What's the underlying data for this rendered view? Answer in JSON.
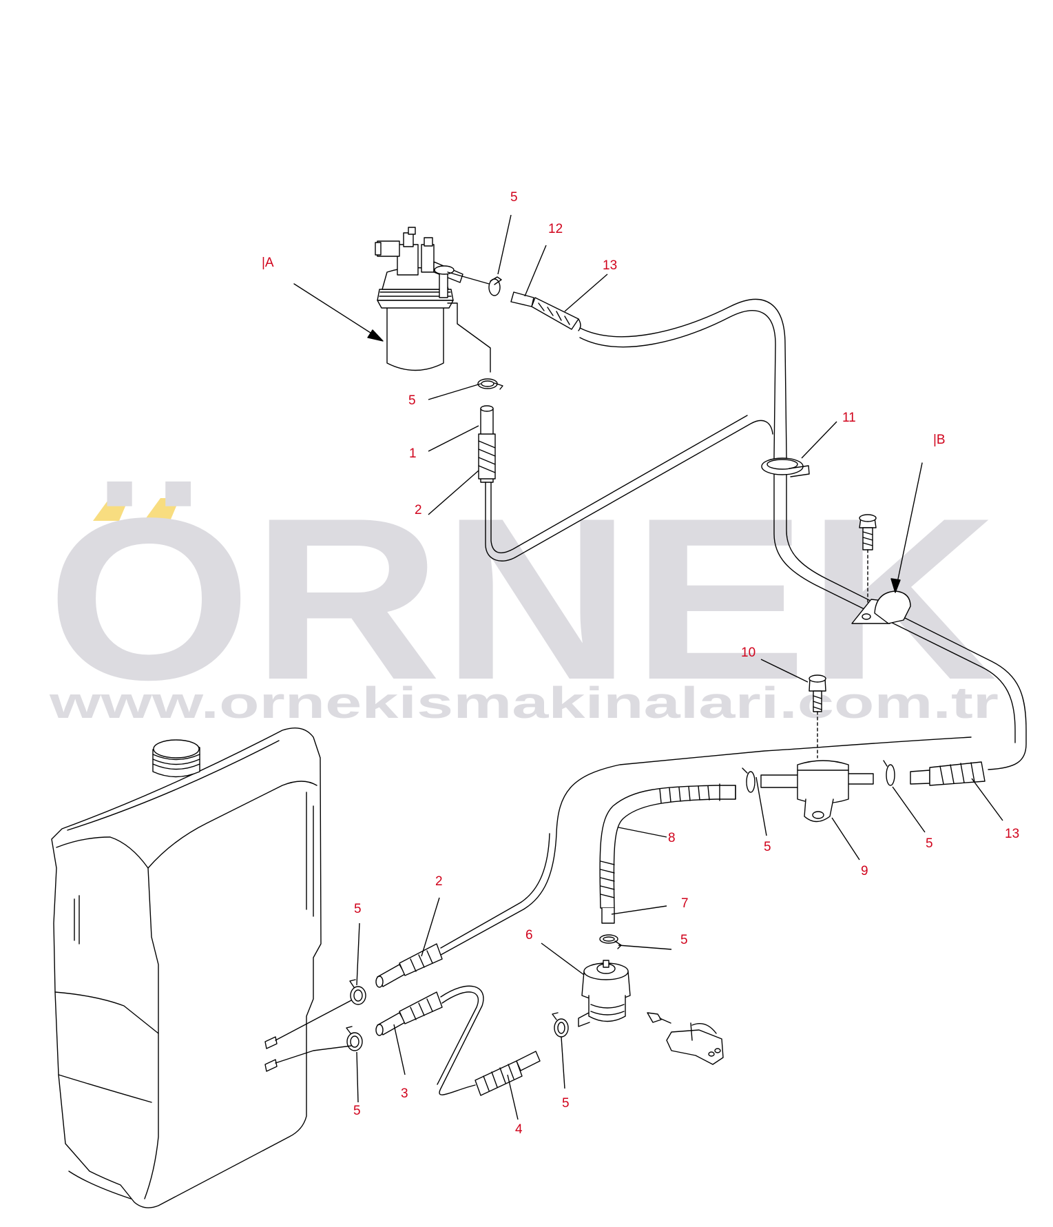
{
  "watermark": {
    "title": "ÖRNEK",
    "url": "www.ornekismakinalari.com.tr",
    "text_color": "#dcdbe0",
    "accent_color": "#f8dd80"
  },
  "colors": {
    "callout": "#d0021b",
    "line": "#000000"
  },
  "callouts": {
    "view_a": "|A",
    "view_b": "|B",
    "c1": "1",
    "c2_upper": "2",
    "c2_lower": "2",
    "c3": "3",
    "c4": "4",
    "c5_top": "5",
    "c5_filter": "5",
    "c5_tank_upper": "5",
    "c5_tank_lower": "5",
    "c5_strainer": "5",
    "c5_hose7": "5",
    "c5_pump_left": "5",
    "c5_pump_right": "5",
    "c6": "6",
    "c7": "7",
    "c8": "8",
    "c9": "9",
    "c10": "10",
    "c11": "11",
    "c12": "12",
    "c13_top": "13",
    "c13_right": "13"
  }
}
